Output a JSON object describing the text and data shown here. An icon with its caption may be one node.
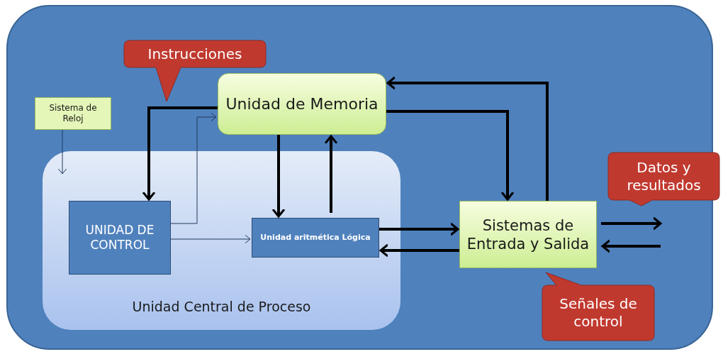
{
  "diagram": {
    "nodes": [
      {
        "text": [
          "Unidad Central de Proceso"
        ]
      },
      {
        "text": [
          "Unidad de Memoria"
        ]
      },
      {
        "text": [
          "Sistema de Reloj"
        ]
      },
      {
        "text": [
          "UNIDAD DE CONTROL"
        ],
        "in": 0
      },
      {
        "text": [
          "Unidad aritmética Lógica"
        ],
        "in": 0
      },
      {
        "text": [
          "Sistemas de Entrada y Salida"
        ]
      },
      {
        "text": [
          "Instrucciones"
        ]
      },
      {
        "text": [
          "Datos y resultados"
        ]
      },
      {
        "text": [
          "Señales de control"
        ]
      }
    ],
    "edges": [
      {
        "from": 1,
        "to": 3,
        "arrow": "to"
      },
      {
        "from": 3,
        "to": 1,
        "arrow": "to",
        "color": "#203a5c"
      },
      {
        "from": 2,
        "to": 0,
        "arrow": "to",
        "color": "#203a5c"
      },
      {
        "from": 3,
        "to": 4,
        "arrow": "to",
        "color": "#203a5c"
      },
      {
        "from": 1,
        "to": 4,
        "arrow": "to"
      },
      {
        "from": 4,
        "to": 1,
        "arrow": "to"
      },
      {
        "from": 1,
        "to": 5,
        "arrow": "to"
      },
      {
        "from": 5,
        "to": 1,
        "arrow": "to"
      },
      {
        "from": 4,
        "to": 5,
        "arrow": "to"
      },
      {
        "from": 5,
        "to": 4,
        "arrow": "to"
      },
      {
        "from": 5,
        "to": 7,
        "arrow": "to"
      },
      {
        "from": null,
        "to": 5,
        "arrow": "to"
      }
    ]
  }
}
